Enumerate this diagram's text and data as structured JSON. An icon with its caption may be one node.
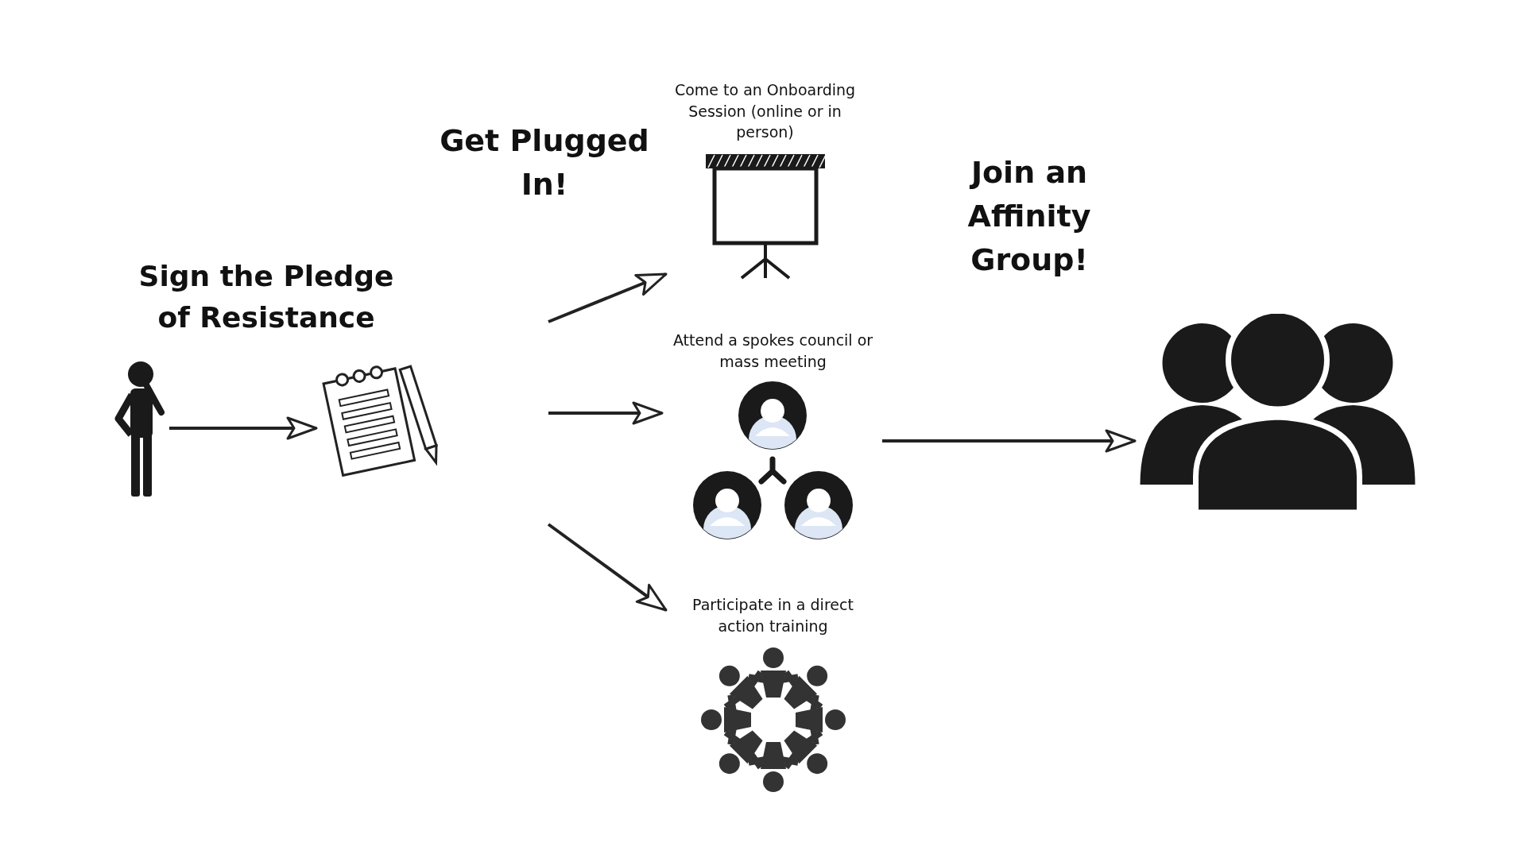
{
  "diagram": {
    "nodes": [
      {
        "text": [],
        "shape": "person"
      },
      {
        "text": [],
        "shape": "picture"
      },
      {
        "text": [
          "Come to an Onboarding Session (online or in person)"
        ]
      },
      {
        "text": [
          "Attend a spokes council or mass meeting"
        ]
      },
      {
        "text": [
          "Participate in a direct action training"
        ]
      },
      {
        "text": [],
        "shape": "person"
      }
    ],
    "edges": [
      {
        "from": 0,
        "to": 1,
        "arrow": "to"
      },
      {
        "from": null,
        "to": 2,
        "arrow": "to"
      },
      {
        "from": null,
        "to": 3,
        "arrow": "to"
      },
      {
        "from": null,
        "to": 4,
        "arrow": "to"
      },
      {
        "from": 3,
        "to": 5,
        "arrow": "to"
      }
    ],
    "labels": [
      "Sign the Pledge of Resistance",
      "Get Plugged In!",
      "Join an Affinity Group!"
    ]
  }
}
